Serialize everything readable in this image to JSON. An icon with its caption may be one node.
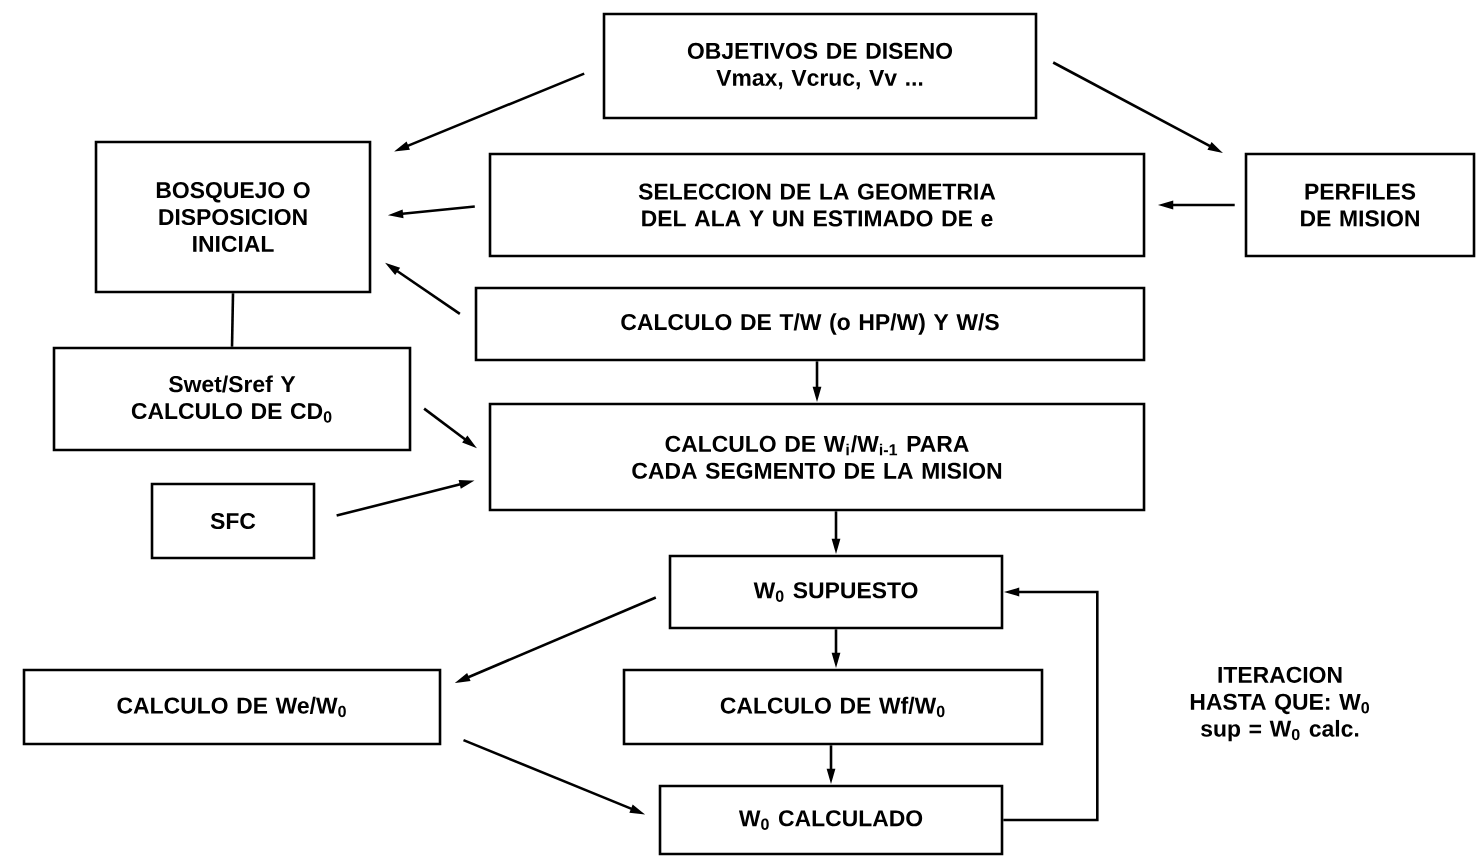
{
  "diagram": {
    "nodes": [
      {
        "text": [
          "OBJETIVOS DE DISENO Vmax, Vcruc, Vv ..."
        ]
      },
      {
        "text": [
          "BOSQUEJO O DISPOSICION INICIAL"
        ]
      },
      {
        "text": [
          "SELECCION DE LA GEOMETRIA DEL ALA Y UN ESTIMADO DE e"
        ]
      },
      {
        "text": [
          "PERFILES DE MISION"
        ]
      },
      {
        "text": [
          "CALCULO DE T/W (o HP/W) Y W/S"
        ]
      },
      {
        "text": [
          "Swet/Sref Y CALCULO DE CD$_{0}$"
        ]
      },
      {
        "text": [
          "CALCULO DE W$_{i}$/W$_{i-1}$ PARA CADA SEGMENTO DE LA MISION"
        ]
      },
      {
        "text": [
          "SFC"
        ]
      },
      {
        "text": [
          "W$_{0}$ SUPUESTO"
        ]
      },
      {
        "text": [
          "CALCULO DE We/W$_{0}$"
        ]
      },
      {
        "text": [
          "CALCULO DE Wf/W$_{0}$"
        ]
      },
      {
        "text": [
          "W$_{0}$ CALCULADO"
        ]
      }
    ],
    "edges": [
      {
        "from": 0,
        "to": 1,
        "arrow": "to"
      },
      {
        "from": 0,
        "to": 3,
        "arrow": "to"
      },
      {
        "from": 3,
        "to": 2,
        "arrow": "to"
      },
      {
        "from": 2,
        "to": 1,
        "arrow": "to"
      },
      {
        "from": 4,
        "to": 1,
        "arrow": "to"
      },
      {
        "from": 1,
        "to": 5,
        "arrow": "none"
      },
      {
        "from": 4,
        "to": 6,
        "arrow": "to"
      },
      {
        "from": 5,
        "to": 6,
        "arrow": "to"
      },
      {
        "from": 7,
        "to": 6,
        "arrow": "to"
      },
      {
        "from": 6,
        "to": 8,
        "arrow": "to"
      },
      {
        "from": 8,
        "to": 9,
        "arrow": "to"
      },
      {
        "from": 8,
        "to": 10,
        "arrow": "to"
      },
      {
        "from": 10,
        "to": 11,
        "arrow": "to"
      },
      {
        "from": 9,
        "to": 11,
        "arrow": "to"
      },
      {
        "from": 11,
        "to": 8,
        "arrow": "to"
      }
    ],
    "labels": [
      "ITERACION HASTA QUE: W$_{0}$ sup = W$_{0}$ calc."
    ]
  }
}
